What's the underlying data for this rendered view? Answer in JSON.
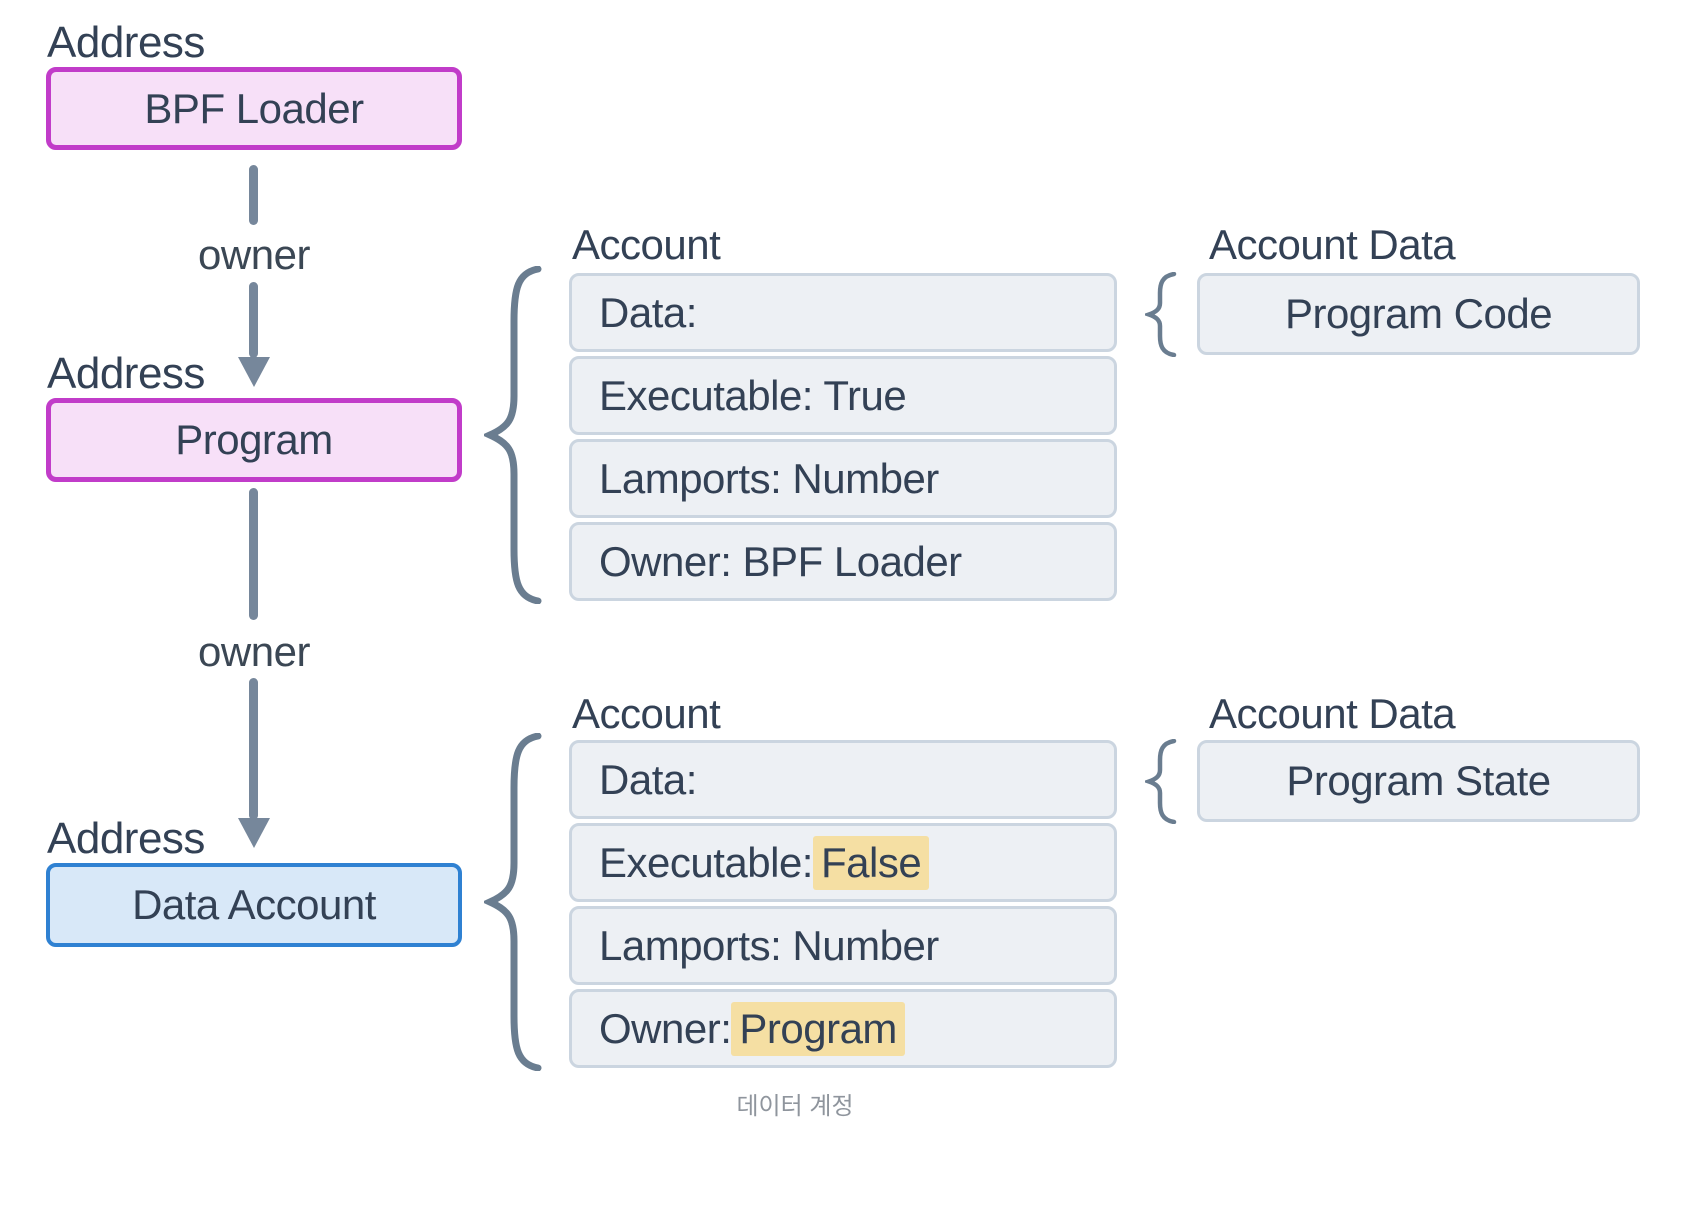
{
  "left_column": {
    "address_label": "Address",
    "owner_label": "owner",
    "nodes": {
      "bpf_loader": "BPF Loader",
      "program": "Program",
      "data_account": "Data Account"
    }
  },
  "account_top": {
    "title": "Account",
    "rows": [
      {
        "text": "Data:"
      },
      {
        "text": "Executable: True"
      },
      {
        "text": "Lamports: Number"
      },
      {
        "text": "Owner: BPF Loader"
      }
    ],
    "data_title": "Account Data",
    "data_value": "Program Code"
  },
  "account_bottom": {
    "title": "Account",
    "rows": [
      {
        "text": "Data:"
      },
      {
        "prefix": "Executable:",
        "highlight": "False"
      },
      {
        "text": "Lamports: Number"
      },
      {
        "prefix": "Owner:",
        "highlight": "Program"
      }
    ],
    "data_title": "Account Data",
    "data_value": "Program State"
  },
  "caption": "데이터 계정",
  "colors": {
    "node_pink_bg": "#f7e0f8",
    "node_pink_border": "#c13cc9",
    "node_blue_bg": "#d8e8f8",
    "node_blue_border": "#2f81d2",
    "row_bg": "#edf0f4",
    "row_border": "#cbd5e0",
    "highlight": "#f5dfa3",
    "arrow": "#76879b",
    "brace": "#6a7d90",
    "text_dark": "#334155",
    "caption_gray": "#8f959d"
  }
}
